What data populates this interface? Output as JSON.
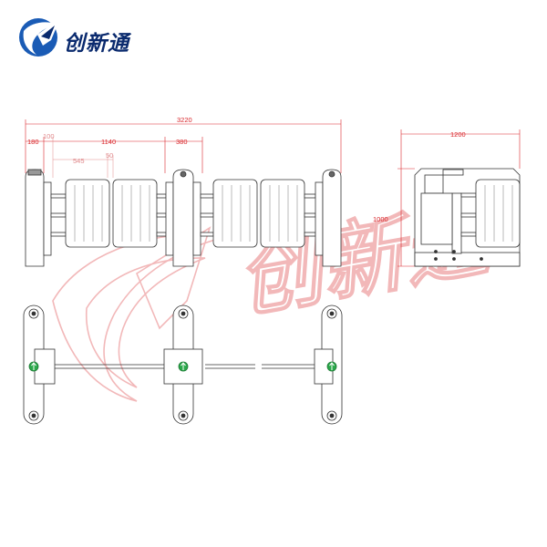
{
  "brand": {
    "name": "创新通",
    "watermark_text": "创新通",
    "colors": {
      "logo_blue": "#1a5bb5",
      "logo_dark": "#0a2a6e",
      "dimension_red": "#d9262b",
      "watermark_red": "#f2b8b9",
      "line": "#333333",
      "indicator_green": "#2aa84a"
    }
  },
  "front_view": {
    "dimensions": {
      "overall_width": "3220",
      "end_post": "180",
      "offset": "100",
      "lane_width": "1140",
      "center_post": "380",
      "gate_span": "545",
      "gap": "50"
    }
  },
  "side_view": {
    "dimensions": {
      "width": "1200",
      "height": "1000"
    }
  },
  "top_view": {
    "posts": [
      "left",
      "center",
      "right"
    ],
    "indicator_icons": [
      "pass-arrow-icon",
      "pass-arrow-icon",
      "pass-arrow-icon"
    ]
  }
}
